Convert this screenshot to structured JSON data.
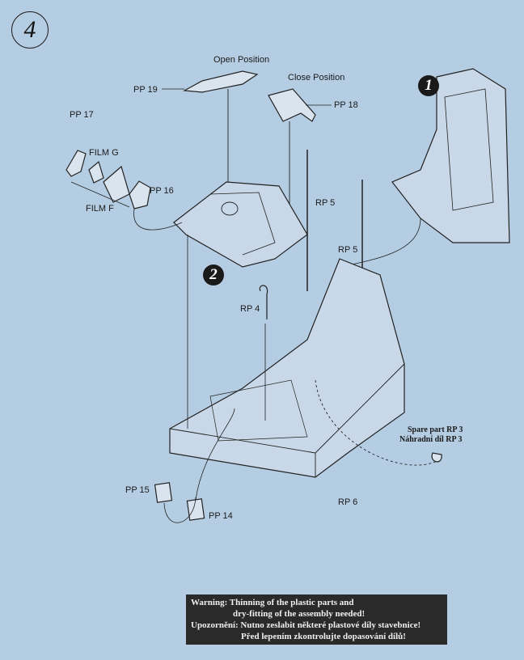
{
  "step_number": "4",
  "callouts": [
    "1",
    "2"
  ],
  "labels": {
    "open_position": "Open Position",
    "close_position": "Close Position",
    "pp19": "PP 19",
    "pp18": "PP 18",
    "pp17": "PP 17",
    "film_g": "FILM G",
    "film_f": "FILM F",
    "pp16": "PP 16",
    "rp5_a": "RP 5",
    "rp5_b": "RP 5",
    "rp4": "RP 4",
    "rp6": "RP 6",
    "pp15": "PP 15",
    "pp14": "PP 14",
    "spare_en": "Spare part RP 3",
    "spare_cz": "Náhradní díl RP 3"
  },
  "warning": {
    "line1": "Warning: Thinning of the plastic parts and",
    "line2": "dry-fitting of the assembly needed!",
    "line3": "Upozornění: Nutno zeslabit některé plastové díly stavebnice!",
    "line4": "Před lepením zkontrolujte dopasování dílů!"
  }
}
